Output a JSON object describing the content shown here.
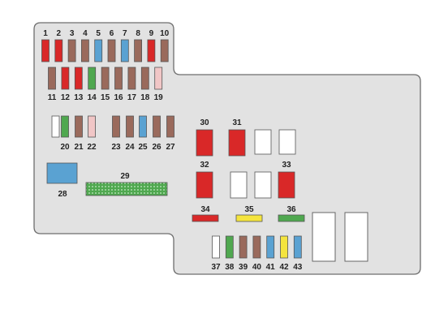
{
  "title": "",
  "colors": {
    "panel_fill": "#e2e2e2",
    "panel_stroke": "#6e6e6e",
    "red": "#d92828",
    "brown": "#9a6a5c",
    "blue": "#5aa2d2",
    "green": "#4fa84f",
    "pink": "#f1c6c6",
    "yellow": "#f4e43e",
    "white": "#ffffff"
  },
  "fuses": [
    {
      "id": "f1",
      "label": "1",
      "color": "red"
    },
    {
      "id": "f2",
      "label": "2",
      "color": "red"
    },
    {
      "id": "f3",
      "label": "3",
      "color": "brown"
    },
    {
      "id": "f4",
      "label": "4",
      "color": "brown"
    },
    {
      "id": "f5",
      "label": "5",
      "color": "blue"
    },
    {
      "id": "f6",
      "label": "6",
      "color": "brown"
    },
    {
      "id": "f7",
      "label": "7",
      "color": "blue"
    },
    {
      "id": "f8",
      "label": "8",
      "color": "brown"
    },
    {
      "id": "f9",
      "label": "9",
      "color": "red"
    },
    {
      "id": "f10",
      "label": "10",
      "color": "brown"
    },
    {
      "id": "f11",
      "label": "11",
      "color": "brown"
    },
    {
      "id": "f12",
      "label": "12",
      "color": "red"
    },
    {
      "id": "f13",
      "label": "13",
      "color": "red"
    },
    {
      "id": "f14",
      "label": "14",
      "color": "green"
    },
    {
      "id": "f15",
      "label": "15",
      "color": "brown"
    },
    {
      "id": "f16",
      "label": "16",
      "color": "brown"
    },
    {
      "id": "f17",
      "label": "17",
      "color": "brown"
    },
    {
      "id": "f18",
      "label": "18",
      "color": "brown"
    },
    {
      "id": "f19",
      "label": "19",
      "color": "pink"
    },
    {
      "id": "f20",
      "label": "20",
      "color": "green"
    },
    {
      "id": "f21",
      "label": "21",
      "color": "brown"
    },
    {
      "id": "f22",
      "label": "22",
      "color": "pink"
    },
    {
      "id": "f23",
      "label": "23",
      "color": "brown"
    },
    {
      "id": "f24",
      "label": "24",
      "color": "brown"
    },
    {
      "id": "f25",
      "label": "25",
      "color": "blue"
    },
    {
      "id": "f26",
      "label": "26",
      "color": "brown"
    },
    {
      "id": "f27",
      "label": "27",
      "color": "brown"
    },
    {
      "id": "f28",
      "label": "28",
      "color": "blue"
    },
    {
      "id": "f29",
      "label": "29",
      "color": "green"
    },
    {
      "id": "f30",
      "label": "30",
      "color": "red"
    },
    {
      "id": "f31",
      "label": "31",
      "color": "red"
    },
    {
      "id": "f32",
      "label": "32",
      "color": "red"
    },
    {
      "id": "f33",
      "label": "33",
      "color": "red"
    },
    {
      "id": "f34",
      "label": "34",
      "color": "red"
    },
    {
      "id": "f35",
      "label": "35",
      "color": "yellow"
    },
    {
      "id": "f36",
      "label": "36",
      "color": "green"
    },
    {
      "id": "f37",
      "label": "37",
      "color": "white"
    },
    {
      "id": "f38",
      "label": "38",
      "color": "green"
    },
    {
      "id": "f39",
      "label": "39",
      "color": "brown"
    },
    {
      "id": "f40",
      "label": "40",
      "color": "brown"
    },
    {
      "id": "f41",
      "label": "41",
      "color": "blue"
    },
    {
      "id": "f42",
      "label": "42",
      "color": "yellow"
    },
    {
      "id": "f43",
      "label": "43",
      "color": "blue"
    }
  ]
}
